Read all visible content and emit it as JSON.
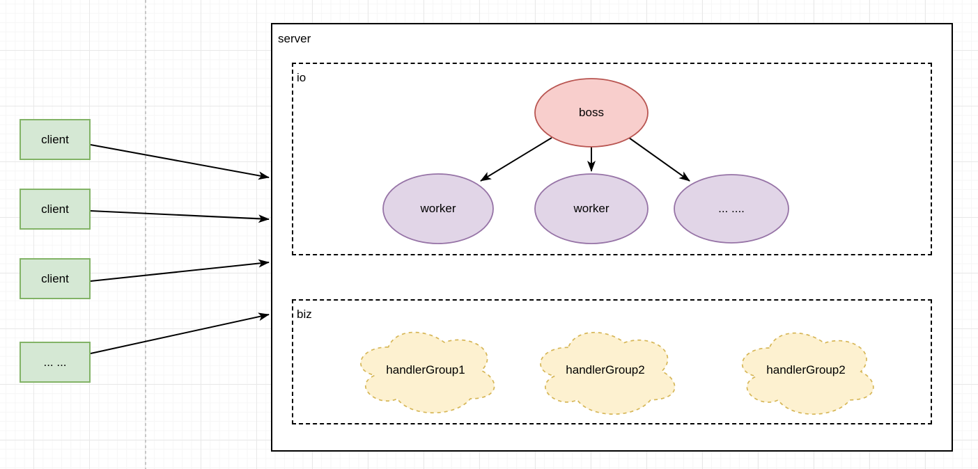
{
  "diagram": {
    "clients": [
      {
        "label": "client"
      },
      {
        "label": "client"
      },
      {
        "label": "client"
      },
      {
        "label": "... ..."
      }
    ],
    "server": {
      "label": "server",
      "io": {
        "label": "io",
        "boss": {
          "label": "boss"
        },
        "workers": [
          {
            "label": "worker"
          },
          {
            "label": "worker"
          },
          {
            "label": "... ...."
          }
        ]
      },
      "biz": {
        "label": "biz",
        "handler_groups": [
          {
            "label": "handlerGroup1"
          },
          {
            "label": "handlerGroup2"
          },
          {
            "label": "handlerGroup2"
          }
        ]
      }
    },
    "colors": {
      "client_fill": "#d5e8d4",
      "client_stroke": "#82b366",
      "boss_fill": "#f8cecc",
      "boss_stroke": "#b85450",
      "worker_fill": "#e1d5e7",
      "worker_stroke": "#9673a6",
      "cloud_fill": "#fdf1d0",
      "cloud_stroke": "#d6b656",
      "arrow": "#000000",
      "page_separator": "#b5b5b5"
    }
  }
}
